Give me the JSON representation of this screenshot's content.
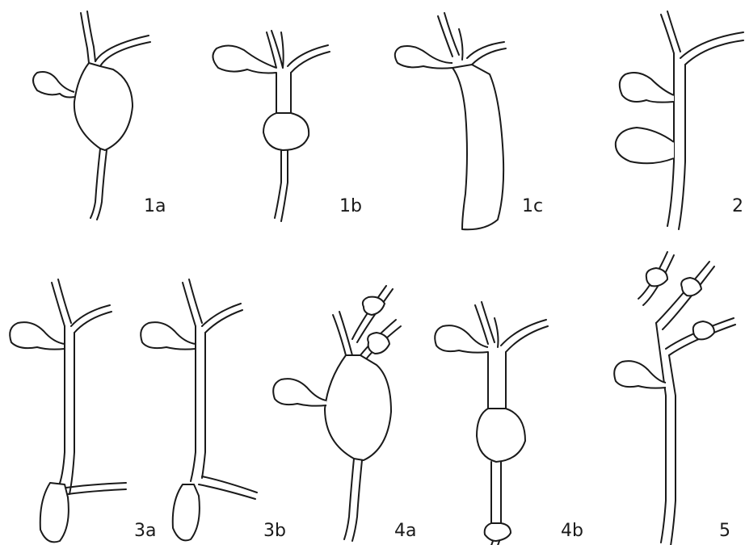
{
  "figures": [
    {
      "id": "1a",
      "label": "1a"
    },
    {
      "id": "1b",
      "label": "1b"
    },
    {
      "id": "1c",
      "label": "1c"
    },
    {
      "id": "2",
      "label": "2"
    },
    {
      "id": "3a",
      "label": "3a"
    },
    {
      "id": "3b",
      "label": "3b"
    },
    {
      "id": "4a",
      "label": "4a"
    },
    {
      "id": "4b",
      "label": "4b"
    },
    {
      "id": "5",
      "label": "5"
    }
  ],
  "colors": {
    "line": "#1a1a1a",
    "background": "#ffffff"
  }
}
